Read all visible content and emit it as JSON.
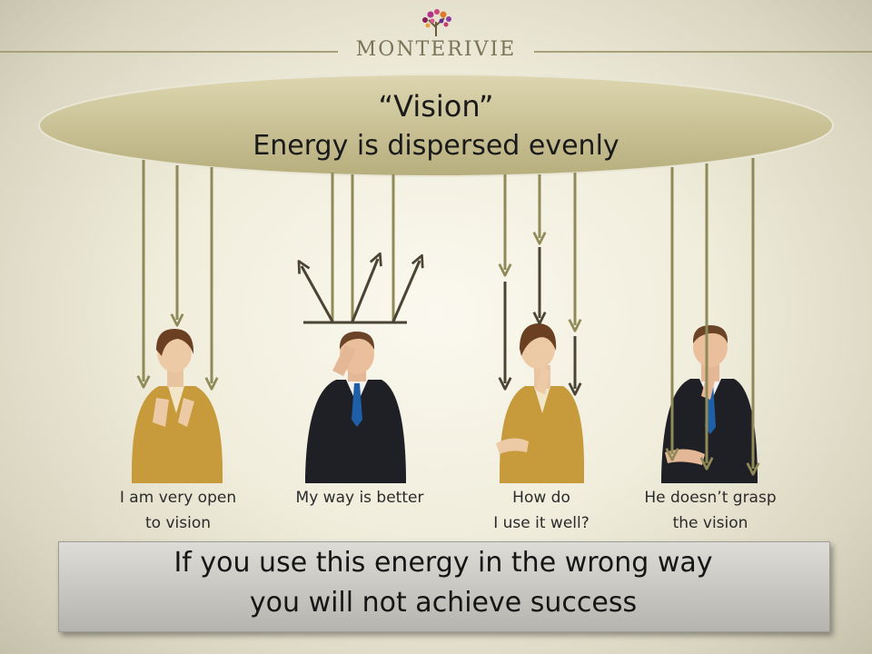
{
  "brand": {
    "name": "MONTERIVIE"
  },
  "vision": {
    "title": "“Vision”",
    "subtitle": "Energy is dispersed evenly"
  },
  "people": [
    {
      "caption_line1": "I am very open",
      "caption_line2": "to vision"
    },
    {
      "caption_line1": "My way is better",
      "caption_line2": ""
    },
    {
      "caption_line1": "How do",
      "caption_line2": "I use it well?"
    },
    {
      "caption_line1": "He doesn’t grasp",
      "caption_line2": "the vision"
    }
  ],
  "conclusion": {
    "line1": "If you use this energy in the wrong way",
    "line2": "you will not achieve success"
  },
  "colors": {
    "ellipse": "#c9c196",
    "arrow_olive": "#8f8a57",
    "arrow_dark": "#4a4434",
    "suit_gold": "#c79a3c",
    "suit_dark": "#1e2026",
    "tie_blue": "#1f5fa8"
  }
}
